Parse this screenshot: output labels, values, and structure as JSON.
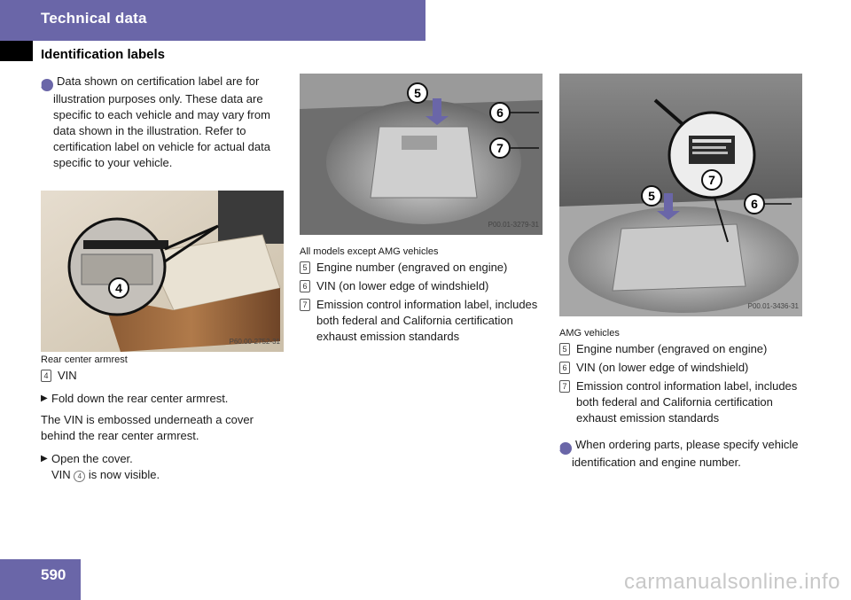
{
  "header": {
    "title": "Technical data",
    "section": "Identification labels"
  },
  "left": {
    "note": "Data shown on certification label are for illustration purposes only. These data are specific to each vehicle and may vary from data shown in the illustration. Refer to certification label on vehicle for actual data specific to your vehicle.",
    "photo_code": "P60.00-2752-31",
    "caption": "Rear center armrest",
    "legend": [
      {
        "num": "4",
        "text": "VIN"
      }
    ],
    "step1": "Fold down the rear center armrest.",
    "para": "The VIN is embossed underneath a cover behind the rear center armrest.",
    "step2_line1": "Open the cover.",
    "step2_pre": "VIN",
    "step2_num": "4",
    "step2_post": "is now visible."
  },
  "middle": {
    "photo_code": "P00.01-3279-31",
    "caption": "All models except AMG vehicles",
    "legend": [
      {
        "num": "5",
        "text": "Engine number (engraved on engine)"
      },
      {
        "num": "6",
        "text": "VIN (on lower edge of windshield)"
      },
      {
        "num": "7",
        "text": "Emission control information label, includes both federal and California certification exhaust emission standards"
      }
    ]
  },
  "right": {
    "photo_code": "P00.01-3436-31",
    "caption": "AMG vehicles",
    "legend": [
      {
        "num": "5",
        "text": "Engine number (engraved on engine)"
      },
      {
        "num": "6",
        "text": "VIN (on lower edge of windshield)"
      },
      {
        "num": "7",
        "text": "Emission control information label, includes both federal and California certification exhaust emission standards"
      }
    ],
    "note": "When ordering parts, please specify vehicle identification and engine number."
  },
  "footer": {
    "page_number": "590",
    "watermark": "carmanualsonline.info"
  },
  "icons": {
    "info": "info-icon",
    "step": "triangle-right-icon"
  },
  "colors": {
    "accent": "#6a66a8"
  }
}
